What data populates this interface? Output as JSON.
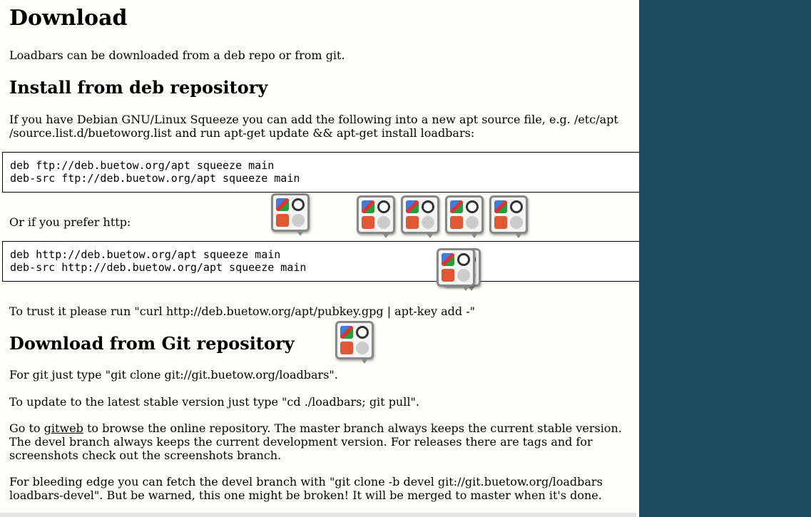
{
  "title": "Download",
  "intro": "Loadbars can be downloaded from a deb repo or from git.",
  "deb_heading": "Install from deb repository",
  "deb_text": "If you have Debian GNU/Linux Squeeze you can add the following into a new apt source file, e.g. /etc/apt /source.list.d/buetoworg.list and run apt-get update && apt-get install loadbars:",
  "ftp_code": "deb ftp://deb.buetow.org/apt squeeze main\ndeb-src ftp://deb.buetow.org/apt squeeze main",
  "http_text": "Or if you prefer http:",
  "http_code": "deb http://deb.buetow.org/apt squeeze main\ndeb-src http://deb.buetow.org/apt squeeze main",
  "trust_text": "To trust it please run \"curl http://deb.buetow.org/apt/pubkey.gpg | apt-key add -\"",
  "git_heading": "Download from Git repository",
  "git_clone": "For git just type \"git clone git://git.buetow.org/loadbars\".",
  "git_update": "To update to the latest stable version just type \"cd ./loadbars; git pull\".",
  "gitweb_pre": "Go to ",
  "gitweb_link": "gitweb",
  "gitweb_post": " to browse the online repository. The master branch always keeps the current stable version. The devel branch always keeps the current development version. For releases there are tags and for screenshots check out the screenshots branch.",
  "devel_text": "For bleeding edge you can fetch the devel branch with \"git clone -b devel git://git.buetow.org/loadbars loadbars-devel\". But be warned, this one might be broken! It will be merged to master when it's done."
}
